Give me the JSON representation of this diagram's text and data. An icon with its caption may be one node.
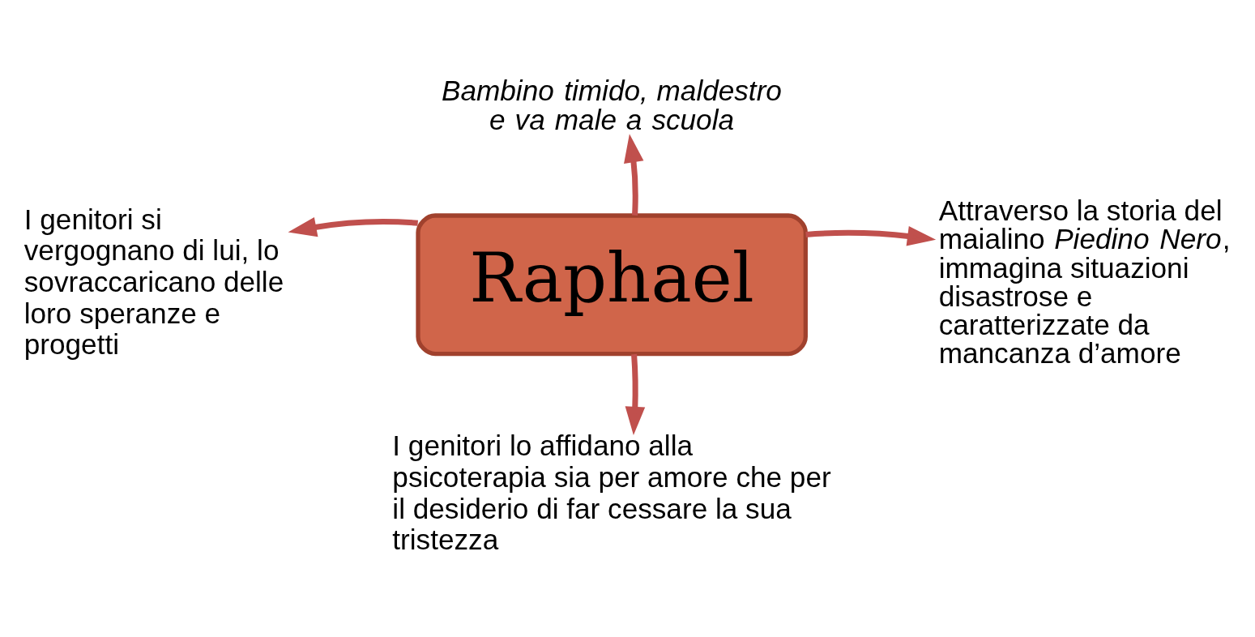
{
  "diagram": {
    "nodes": [
      {
        "text": [
          "Raphael"
        ]
      },
      {
        "text": [
          "Bambino timido, maldestro e va male a scuola"
        ]
      },
      {
        "text": [
          "I genitori si vergognano di lui, lo sovraccaricano delle loro speranze e progetti"
        ]
      },
      {
        "text": [
          "Attraverso la storia del maialino *Piedino Nero*, immagina situazioni disastrose e caratterizzate da mancanza d’amore"
        ]
      },
      {
        "text": [
          "I genitori lo affidano alla psicoterapia sia per amore che per il desiderio di far cessare la sua tristezza"
        ]
      }
    ],
    "edges": [
      {
        "from": 0,
        "to": 1,
        "arrow": "to"
      },
      {
        "from": 0,
        "to": 2,
        "arrow": "to"
      },
      {
        "from": 0,
        "to": 3,
        "arrow": "to"
      },
      {
        "from": 0,
        "to": 4,
        "arrow": "to"
      }
    ]
  }
}
